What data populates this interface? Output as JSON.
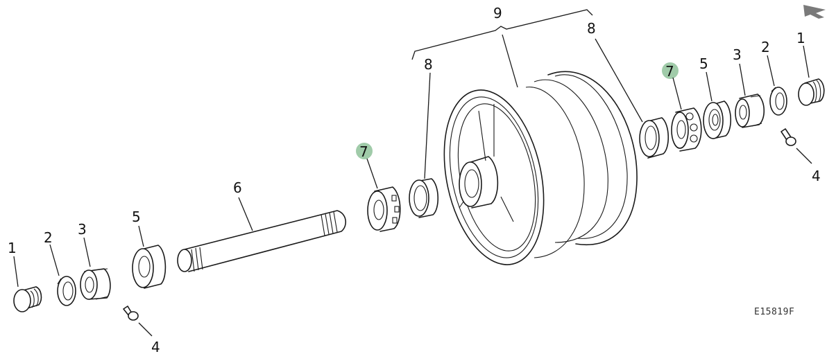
{
  "drawing_code": "E15819F",
  "callouts": {
    "left_cap": "1",
    "left_lock_washer": "2",
    "left_nut": "3",
    "left_grease_fitting": "4",
    "left_seal": "5",
    "axle": "6",
    "left_bearing": "7",
    "left_cup": "8",
    "wheel_assembly": "9",
    "right_cup": "8",
    "right_bearing": "7",
    "right_seal": "5",
    "right_nut": "3",
    "right_lock_washer": "2",
    "right_cap": "1",
    "right_grease_fitting": "4"
  },
  "highlighted_callout": "7",
  "highlight_color": "#8fc29a",
  "nav_icon": "back-arrow-icon"
}
